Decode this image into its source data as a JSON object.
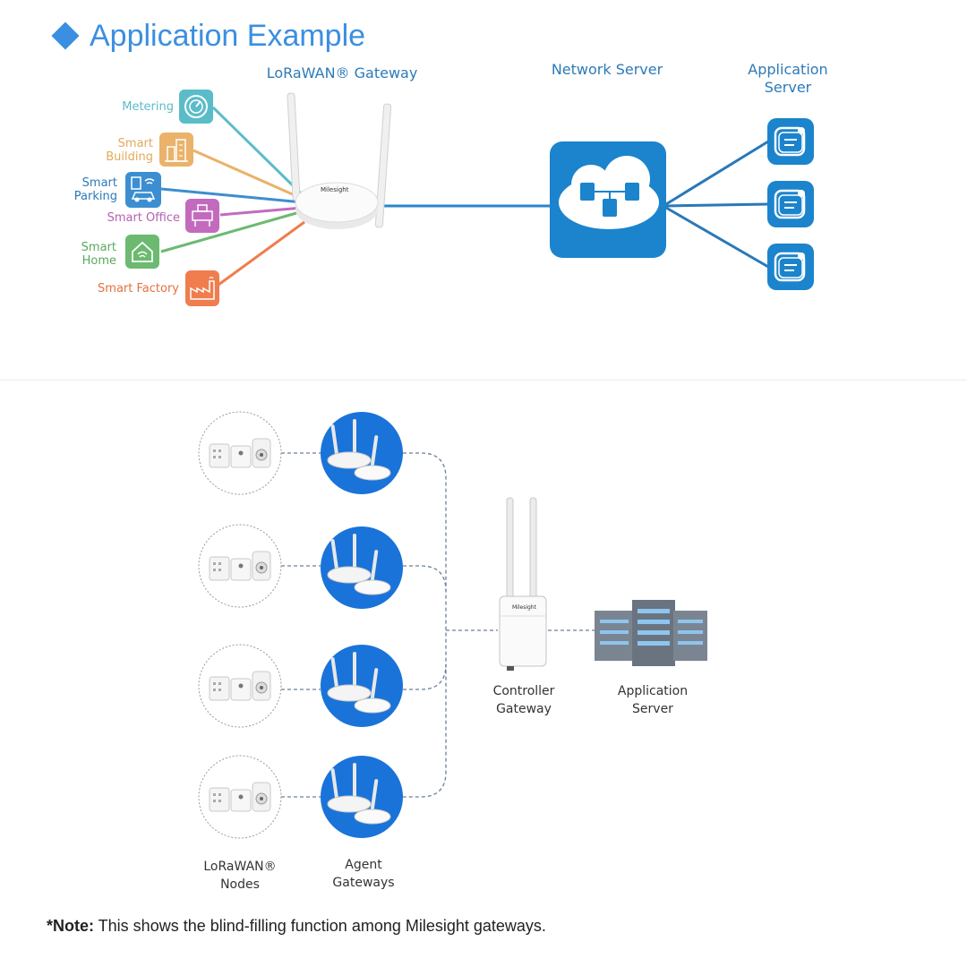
{
  "heading": "Application Example",
  "top_diagram": {
    "gateway_title": "LoRaWAN® Gateway",
    "network_server_title": "Network Server",
    "application_server_title_line1": "Application",
    "application_server_title_line2": "Server",
    "applications": [
      {
        "line1": "Metering",
        "line2": "",
        "color": "#5bbcc9"
      },
      {
        "line1": "Smart",
        "line2": "Building",
        "color": "#eab26a"
      },
      {
        "line1": "Smart",
        "line2": "Parking",
        "color": "#3c8ed1"
      },
      {
        "line1": "Smart Office",
        "line2": "",
        "color": "#c26bbd"
      },
      {
        "line1": "Smart",
        "line2": "Home",
        "color": "#6bba70"
      },
      {
        "line1": "Smart Factory",
        "line2": "",
        "color": "#ef7d4e"
      }
    ],
    "server_color": "#1b84cc"
  },
  "bottom_diagram": {
    "nodes_label_line1": "LoRaWAN®",
    "nodes_label_line2": "Nodes",
    "agent_label_line1": "Agent",
    "agent_label_line2": "Gateways",
    "controller_label_line1": "Controller",
    "controller_label_line2": "Gateway",
    "app_server_label_line1": "Application",
    "app_server_label_line2": "Server",
    "brand_text": "Milesight",
    "agent_color": "#1a73d9"
  },
  "note": {
    "bold": "*Note:",
    "text": " This shows the blind-filling function among Milesight gateways."
  }
}
